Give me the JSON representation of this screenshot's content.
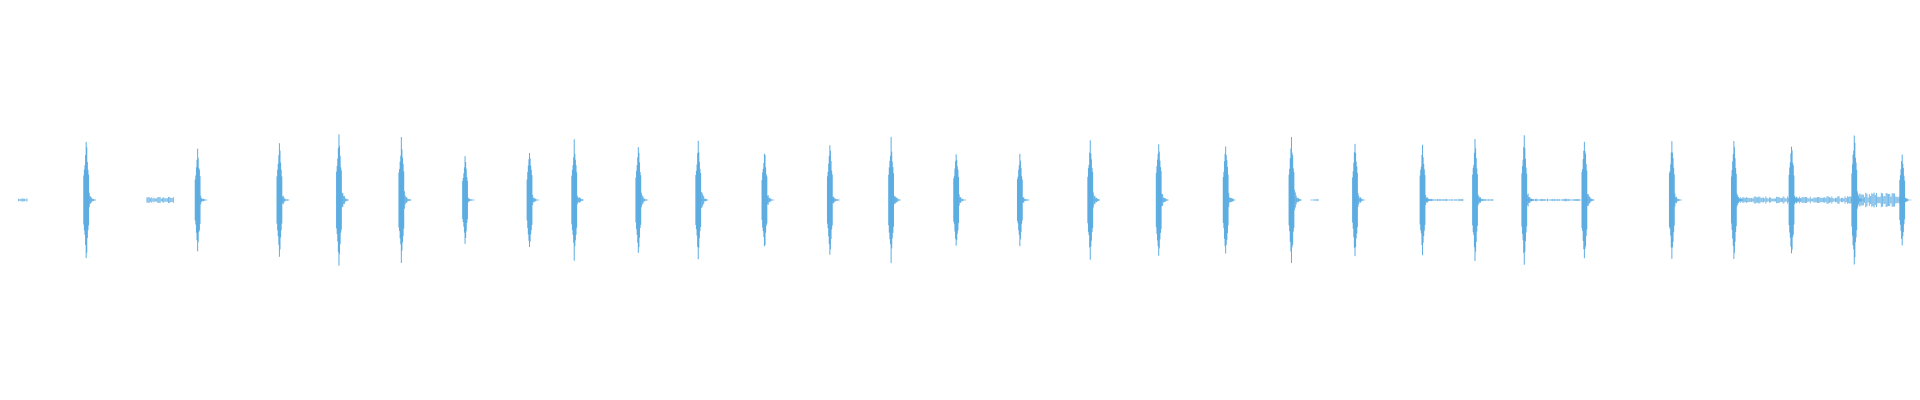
{
  "waveform": {
    "color": "#5DADE2",
    "background": "#FFFFFF",
    "center_line": "hidden",
    "clicks": [
      {
        "t": 0.0401,
        "amp": 0.58,
        "tail": 0.06
      },
      {
        "t": 0.0987,
        "amp": 0.5,
        "tail": 0.04
      },
      {
        "t": 0.1417,
        "amp": 0.56,
        "tail": 0.05
      },
      {
        "t": 0.173,
        "amp": 0.62,
        "tail": 0.08
      },
      {
        "t": 0.2058,
        "amp": 0.6,
        "tail": 0.07
      },
      {
        "t": 0.2393,
        "amp": 0.44,
        "tail": 0.04
      },
      {
        "t": 0.2732,
        "amp": 0.52,
        "tail": 0.05
      },
      {
        "t": 0.2967,
        "amp": 0.58,
        "tail": 0.06
      },
      {
        "t": 0.3304,
        "amp": 0.54,
        "tail": 0.06
      },
      {
        "t": 0.3619,
        "amp": 0.56,
        "tail": 0.08
      },
      {
        "t": 0.3967,
        "amp": 0.5,
        "tail": 0.06
      },
      {
        "t": 0.4311,
        "amp": 0.54,
        "tail": 0.05
      },
      {
        "t": 0.4633,
        "amp": 0.6,
        "tail": 0.06
      },
      {
        "t": 0.4975,
        "amp": 0.5,
        "tail": 0.05
      },
      {
        "t": 0.531,
        "amp": 0.46,
        "tail": 0.04
      },
      {
        "t": 0.568,
        "amp": 0.58,
        "tail": 0.07
      },
      {
        "t": 0.604,
        "amp": 0.6,
        "tail": 0.07
      },
      {
        "t": 0.6392,
        "amp": 0.56,
        "tail": 0.06
      },
      {
        "t": 0.6738,
        "amp": 0.6,
        "tail": 0.08
      },
      {
        "t": 0.7072,
        "amp": 0.56,
        "tail": 0.06
      },
      {
        "t": 0.7427,
        "amp": 0.54,
        "tail": 0.06
      },
      {
        "t": 0.7703,
        "amp": 0.58,
        "tail": 0.06
      },
      {
        "t": 0.7962,
        "amp": 0.62,
        "tail": 0.07
      },
      {
        "t": 0.8278,
        "amp": 0.62,
        "tail": 0.06
      },
      {
        "t": 0.8738,
        "amp": 0.6,
        "tail": 0.05
      },
      {
        "t": 0.9064,
        "amp": 0.6,
        "tail": 0.06
      },
      {
        "t": 0.9367,
        "amp": 0.58,
        "tail": 0.05
      },
      {
        "t": 0.9697,
        "amp": 0.66,
        "tail": 0.06
      },
      {
        "t": 0.9949,
        "amp": 0.46,
        "tail": 0.04
      }
    ],
    "hiss_segments": [
      {
        "t0": 0.0045,
        "t1": 0.009,
        "amp": 0.015
      },
      {
        "t0": 0.072,
        "t1": 0.086,
        "amp": 0.03
      },
      {
        "t0": 0.684,
        "t1": 0.688,
        "amp": 0.01
      },
      {
        "t0": 0.743,
        "t1": 0.764,
        "amp": 0.012
      },
      {
        "t0": 0.772,
        "t1": 0.78,
        "amp": 0.01
      },
      {
        "t0": 0.797,
        "t1": 0.826,
        "amp": 0.012
      },
      {
        "t0": 0.908,
        "t1": 0.968,
        "amp": 0.035
      },
      {
        "t0": 0.97,
        "t1": 0.994,
        "amp": 0.07
      }
    ]
  }
}
